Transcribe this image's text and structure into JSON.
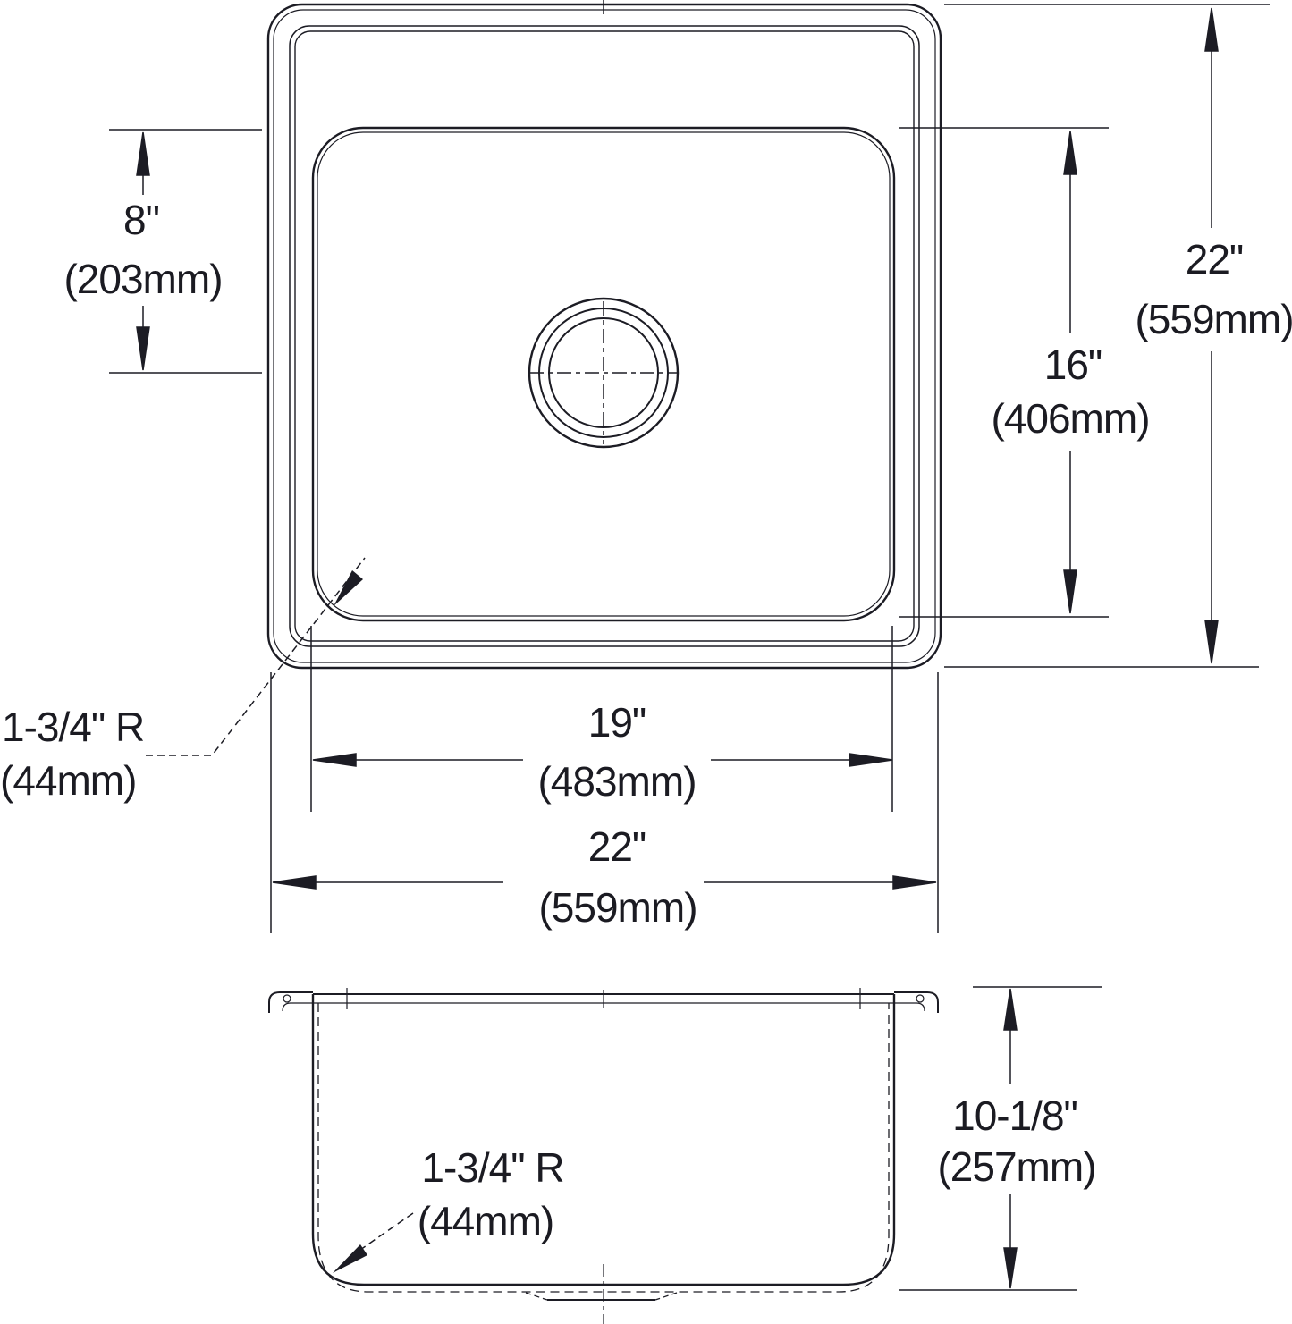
{
  "drawing": {
    "description": "Single-bowl drop-in sink specification drawing, plan view and front section view",
    "colors": {
      "line": "#1c1c24",
      "background": "#ffffff"
    },
    "dimensions": {
      "drain_center_offset": {
        "imperial": "8\"",
        "metric": "(203mm)"
      },
      "bowl_front_to_back": {
        "imperial": "16\"",
        "metric": "(406mm)"
      },
      "overall_front_to_back": {
        "imperial": "22\"",
        "metric": "(559mm)"
      },
      "bowl_left_to_right": {
        "imperial": "19\"",
        "metric": "(483mm)"
      },
      "overall_left_to_right": {
        "imperial": "22\"",
        "metric": "(559mm)"
      },
      "plan_corner_radius": {
        "imperial": "1-3/4\" R",
        "metric": "(44mm)"
      },
      "section_corner_radius": {
        "imperial": "1-3/4\" R",
        "metric": "(44mm)"
      },
      "bowl_depth": {
        "imperial": "10-1/8\"",
        "metric": "(257mm)"
      }
    }
  }
}
